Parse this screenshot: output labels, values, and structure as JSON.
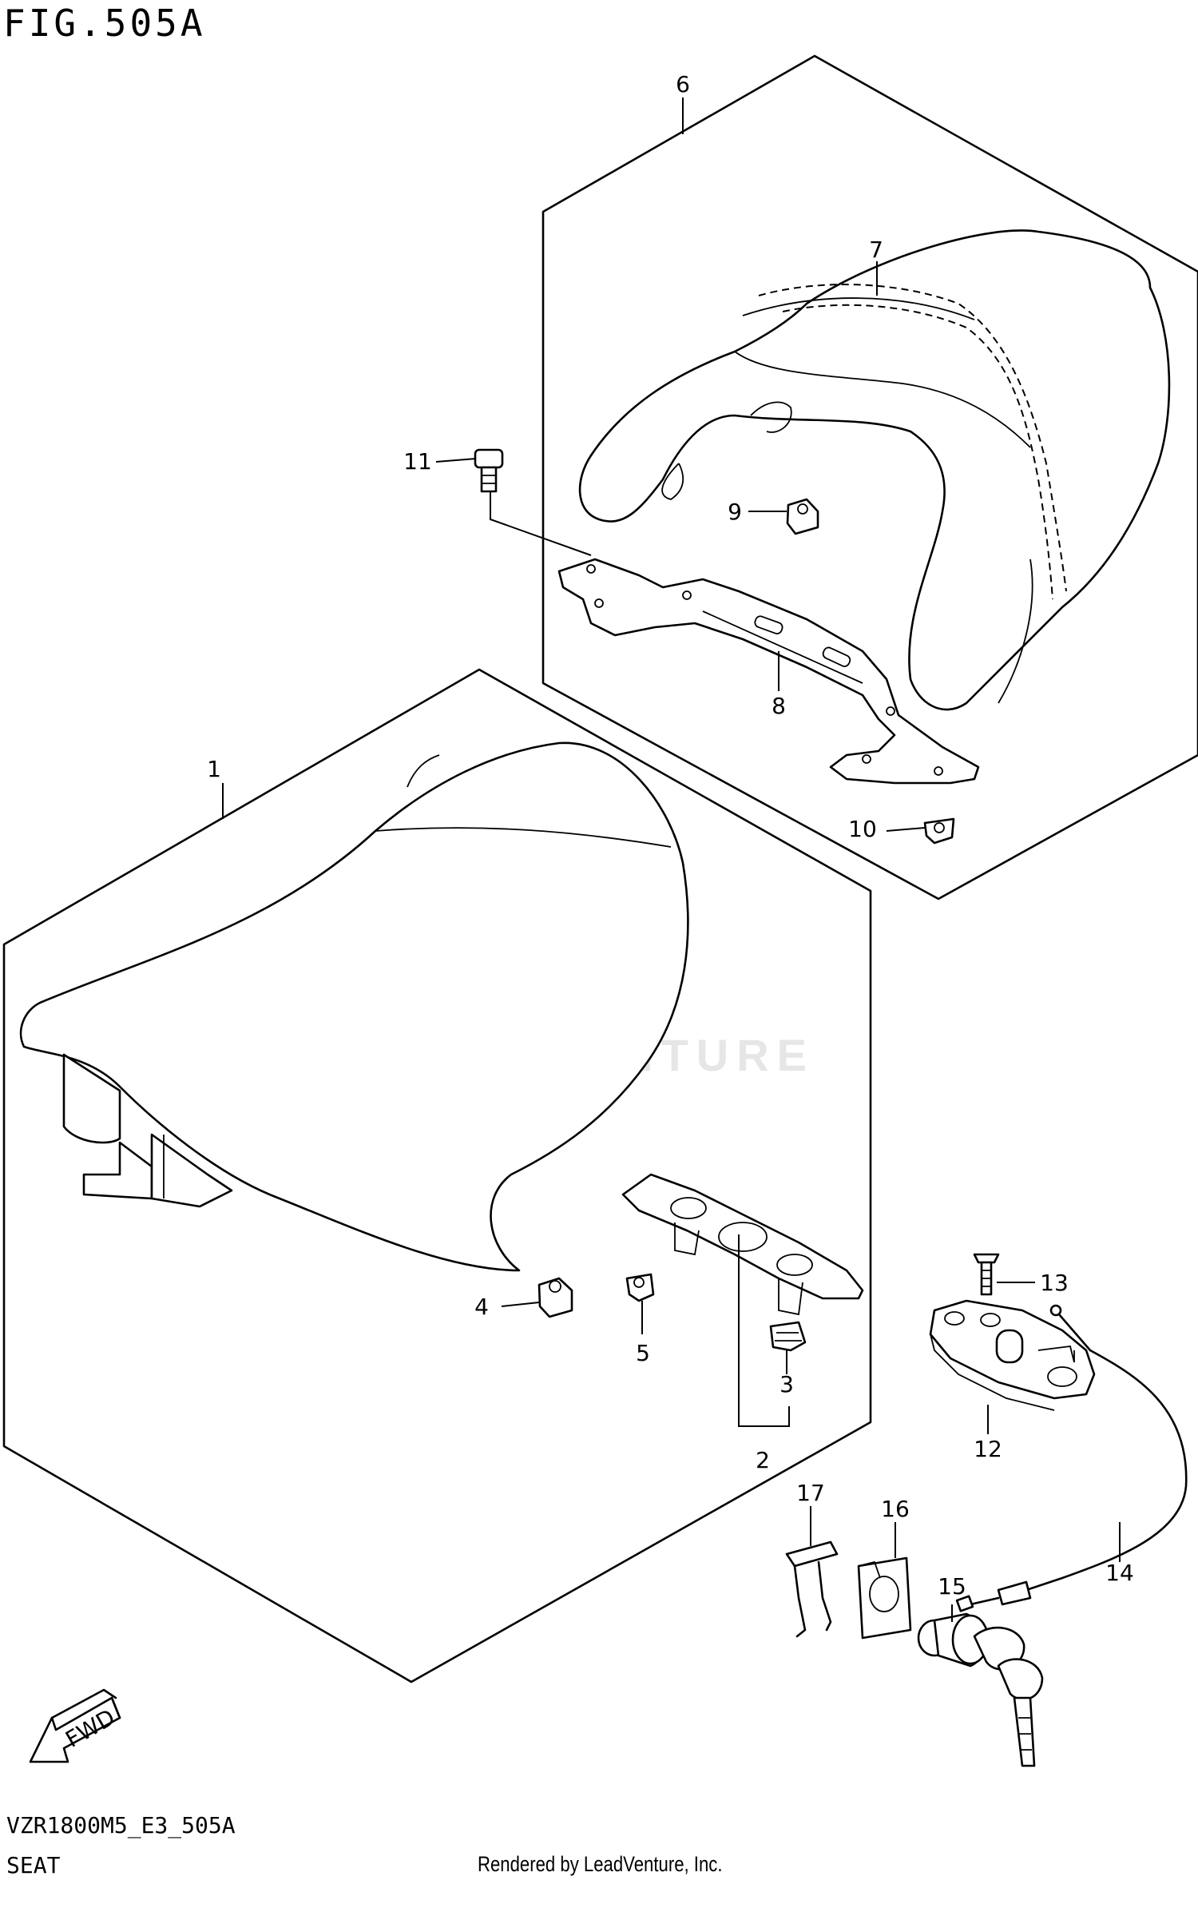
{
  "figure": {
    "title": "FIG.505A",
    "model_code": "VZR1800M5_E3_505A",
    "name": "SEAT",
    "credit": "Rendered by LeadVenture, Inc.",
    "watermark": "LEADVENTURE",
    "fwd_label": "FWD"
  },
  "callouts": [
    {
      "id": "1",
      "label": "1"
    },
    {
      "id": "2",
      "label": "2"
    },
    {
      "id": "3",
      "label": "3"
    },
    {
      "id": "4",
      "label": "4"
    },
    {
      "id": "5",
      "label": "5"
    },
    {
      "id": "6",
      "label": "6"
    },
    {
      "id": "7",
      "label": "7"
    },
    {
      "id": "8",
      "label": "8"
    },
    {
      "id": "9",
      "label": "9"
    },
    {
      "id": "10",
      "label": "10"
    },
    {
      "id": "11",
      "label": "11"
    },
    {
      "id": "12",
      "label": "12"
    },
    {
      "id": "13",
      "label": "13"
    },
    {
      "id": "14",
      "label": "14"
    },
    {
      "id": "15",
      "label": "15"
    },
    {
      "id": "16",
      "label": "16"
    },
    {
      "id": "17",
      "label": "17"
    }
  ]
}
